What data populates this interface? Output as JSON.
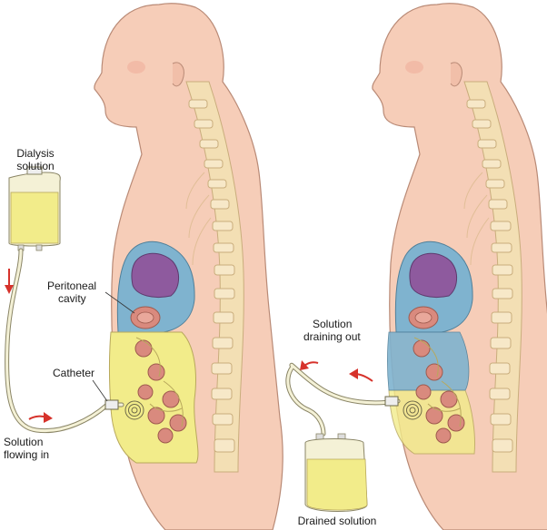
{
  "panels": [
    {
      "id": "inflow",
      "labels": {
        "bag": [
          "Dialysis",
          "solution"
        ],
        "cavity": [
          "Peritoneal",
          "cavity"
        ],
        "catheter": "Catheter",
        "flow": [
          "Solution",
          "flowing in"
        ]
      }
    },
    {
      "id": "outflow",
      "labels": {
        "flow": [
          "Solution",
          "draining out"
        ],
        "bag": "Drained solution"
      }
    }
  ],
  "colors": {
    "skin": "#f6cdb8",
    "skin_outline": "#b98a76",
    "solution": "#f2ec8a",
    "cavity": "#7fb3cf",
    "heart": "#8e5a9e",
    "organ": "#d98a7e",
    "spine": "#f3dfb4",
    "arrow": "#d6322b",
    "tube": "#f4f1d6"
  }
}
